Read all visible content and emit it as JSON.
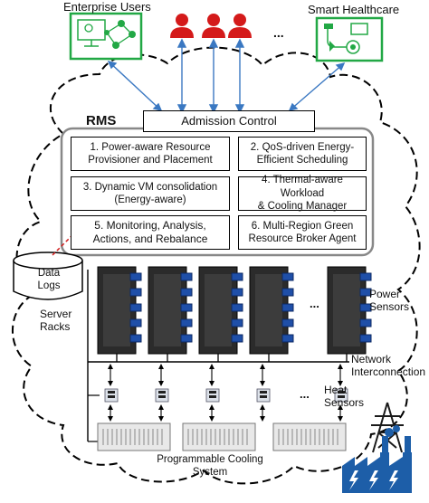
{
  "labels": {
    "enterprise_users": "Enterprise Users",
    "smart_healthcare": "Smart Healthcare",
    "user_ellipsis": "...",
    "rms": "RMS",
    "admission_control": "Admission Control",
    "data_logs": "Data\nLogs",
    "server_racks": "Server\nRacks",
    "power_sensors": "Power\nSensors",
    "network_interconnection": "Network\nInterconnection",
    "heat_sensors": "Heat\nSensors",
    "cooling_system": "Programmable Cooling\nSystem",
    "rack_ellipsis": "...",
    "sensor_ellipsis": "...",
    "cooler_ellipsis": "..."
  },
  "modules": [
    "1. Power-aware Resource\nProvisioner and Placement",
    "2. QoS-driven Energy-\nEfficient Scheduling",
    "3. Dynamic VM consolidation\n(Energy-aware)",
    "4. Thermal-aware Workload\n& Cooling Manager",
    "5. Monitoring, Analysis,\nActions, and Rebalance",
    "6. Multi-Region Green\nResource Broker Agent"
  ],
  "colors": {
    "accent_green": "#22a845",
    "user_red": "#d41a1a",
    "arrow_blue": "#3a78c2",
    "server_blue": "#1f4fa8",
    "dashed_red": "#d21e1e",
    "plant_blue": "#1d5ea8"
  },
  "icons": [
    "monitor-network-icon",
    "user-icon",
    "medical-device-icon",
    "server-rack-icon",
    "temperature-sensor-icon",
    "cooling-unit-icon",
    "power-tower-icon",
    "power-plant-icon",
    "database-icon"
  ]
}
